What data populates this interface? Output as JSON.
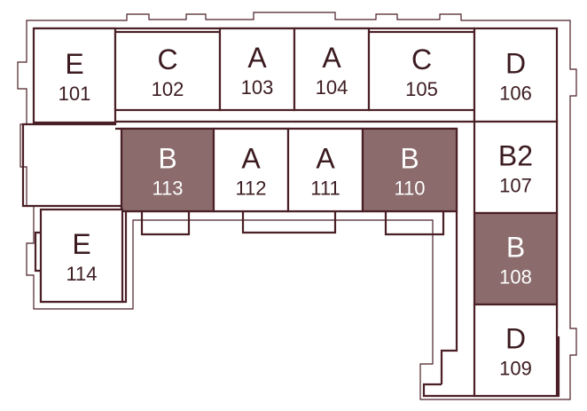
{
  "colors": {
    "wall": "#4a1f26",
    "highlight_fill": "#8b6b6c",
    "highlight_text": "#ffffff",
    "unit_text": "#3b1b20",
    "background": "#ffffff"
  },
  "units": [
    {
      "id": "101",
      "type": "E",
      "number": "101",
      "highlighted": false
    },
    {
      "id": "102",
      "type": "C",
      "number": "102",
      "highlighted": false
    },
    {
      "id": "103",
      "type": "A",
      "number": "103",
      "highlighted": false
    },
    {
      "id": "104",
      "type": "A",
      "number": "104",
      "highlighted": false
    },
    {
      "id": "105",
      "type": "C",
      "number": "105",
      "highlighted": false
    },
    {
      "id": "106",
      "type": "D",
      "number": "106",
      "highlighted": false
    },
    {
      "id": "113",
      "type": "B",
      "number": "113",
      "highlighted": true
    },
    {
      "id": "112",
      "type": "A",
      "number": "112",
      "highlighted": false
    },
    {
      "id": "111",
      "type": "A",
      "number": "111",
      "highlighted": false
    },
    {
      "id": "110",
      "type": "B",
      "number": "110",
      "highlighted": true
    },
    {
      "id": "107",
      "type": "B2",
      "number": "107",
      "highlighted": false
    },
    {
      "id": "108",
      "type": "B",
      "number": "108",
      "highlighted": true
    },
    {
      "id": "114",
      "type": "E",
      "number": "114",
      "highlighted": false
    },
    {
      "id": "109",
      "type": "D",
      "number": "109",
      "highlighted": false
    }
  ]
}
